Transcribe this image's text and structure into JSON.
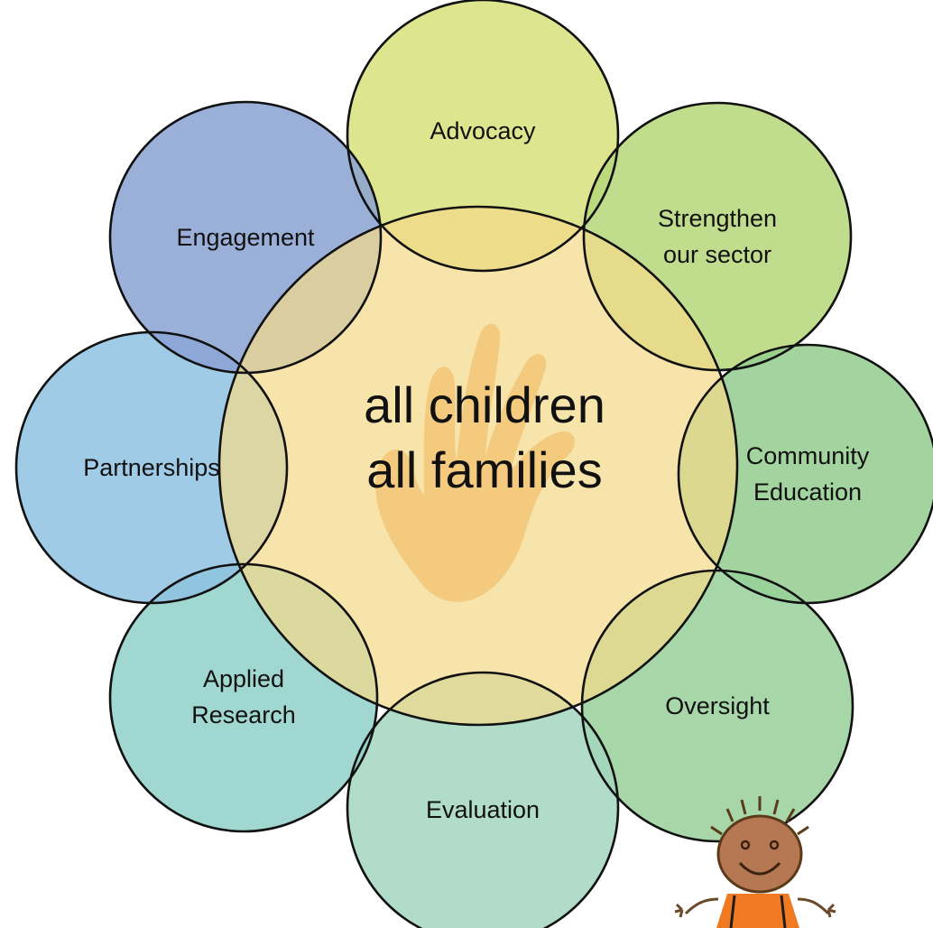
{
  "center": {
    "lines": [
      "all children",
      "all families"
    ],
    "color": "#f2d98a"
  },
  "petals": [
    {
      "id": "advocacy",
      "lines": [
        "Advocacy"
      ],
      "color": "#d7e07a"
    },
    {
      "id": "strengthen-our-sector",
      "lines": [
        "Strengthen",
        "our sector"
      ],
      "color": "#b5d77a"
    },
    {
      "id": "community-education",
      "lines": [
        "Community",
        "Education"
      ],
      "color": "#93cc8e"
    },
    {
      "id": "oversight",
      "lines": [
        "Oversight"
      ],
      "color": "#98d09a"
    },
    {
      "id": "evaluation",
      "lines": [
        "Evaluation"
      ],
      "color": "#a3d6c0"
    },
    {
      "id": "applied-research",
      "lines": [
        "Applied",
        "Research"
      ],
      "color": "#8fd0c8"
    },
    {
      "id": "partnerships",
      "lines": [
        "Partnerships"
      ],
      "color": "#8ec2e2"
    },
    {
      "id": "engagement",
      "lines": [
        "Engagement"
      ],
      "color": "#8aa2d2"
    }
  ],
  "hand_icon": "hand-print-icon",
  "mascot_icon": "smiling-child-icon"
}
